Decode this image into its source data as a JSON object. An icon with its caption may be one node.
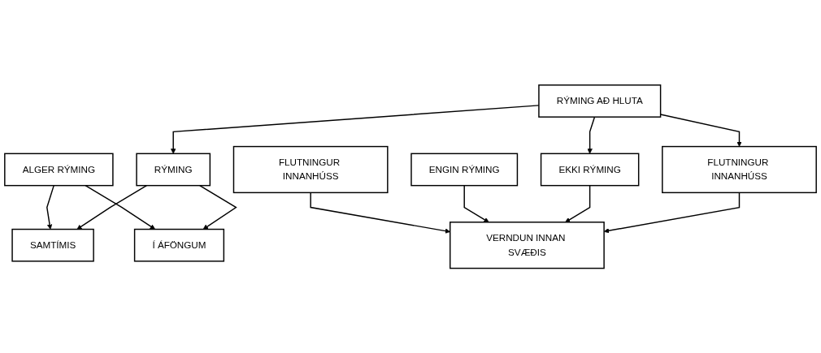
{
  "diagram": {
    "nodes": [
      {
        "text": [
          "ALGER RÝMING"
        ]
      },
      {
        "text": [
          "RÝMING AÐ HLUTA"
        ]
      },
      {
        "text": [
          "FLUTNINGUR INNANHÚSS"
        ]
      },
      {
        "text": [
          "ENGIN RÝMING"
        ]
      },
      {
        "text": [
          "RÝMING"
        ]
      },
      {
        "text": [
          "EKKI RÝMING"
        ]
      },
      {
        "text": [
          "SAMTÍMIS"
        ]
      },
      {
        "text": [
          "Í ÁFÖNGUM"
        ]
      },
      {
        "text": [
          "FLUTNINGUR INNANHÚSS"
        ]
      },
      {
        "text": [
          "VERNDUN INNAN SVÆÐIS"
        ]
      }
    ],
    "edges": [
      {
        "from": 0,
        "to": 6,
        "arrow": "to"
      },
      {
        "from": 0,
        "to": 7,
        "arrow": "to"
      },
      {
        "from": 1,
        "to": 4,
        "arrow": "to"
      },
      {
        "from": 1,
        "to": 5,
        "arrow": "to"
      },
      {
        "from": 1,
        "to": 8,
        "arrow": "to"
      },
      {
        "from": 2,
        "to": 9,
        "arrow": "to"
      },
      {
        "from": 3,
        "to": 9,
        "arrow": "to"
      },
      {
        "from": 4,
        "to": 6,
        "arrow": "to"
      },
      {
        "from": 4,
        "to": 7,
        "arrow": "to"
      },
      {
        "from": 5,
        "to": 9,
        "arrow": "to"
      },
      {
        "from": 8,
        "to": 9,
        "arrow": "to"
      }
    ]
  }
}
